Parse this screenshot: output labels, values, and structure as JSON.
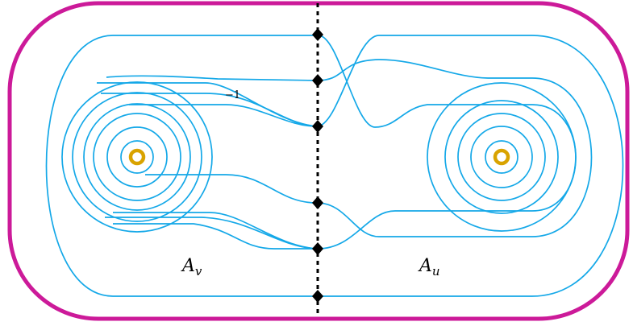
{
  "labels": {
    "left_region": "A",
    "left_region_sub": "v",
    "right_region": "A",
    "right_region_sub": "u",
    "curve_annotation": "−1"
  },
  "colors": {
    "boundary": "#cc1a99",
    "curves": "#14a8e8",
    "punctures": "#d9a300",
    "divider": "#000000",
    "markers": "#000000"
  },
  "icons": {
    "left_puncture": "ring",
    "right_puncture": "ring",
    "markers": "diamond"
  }
}
